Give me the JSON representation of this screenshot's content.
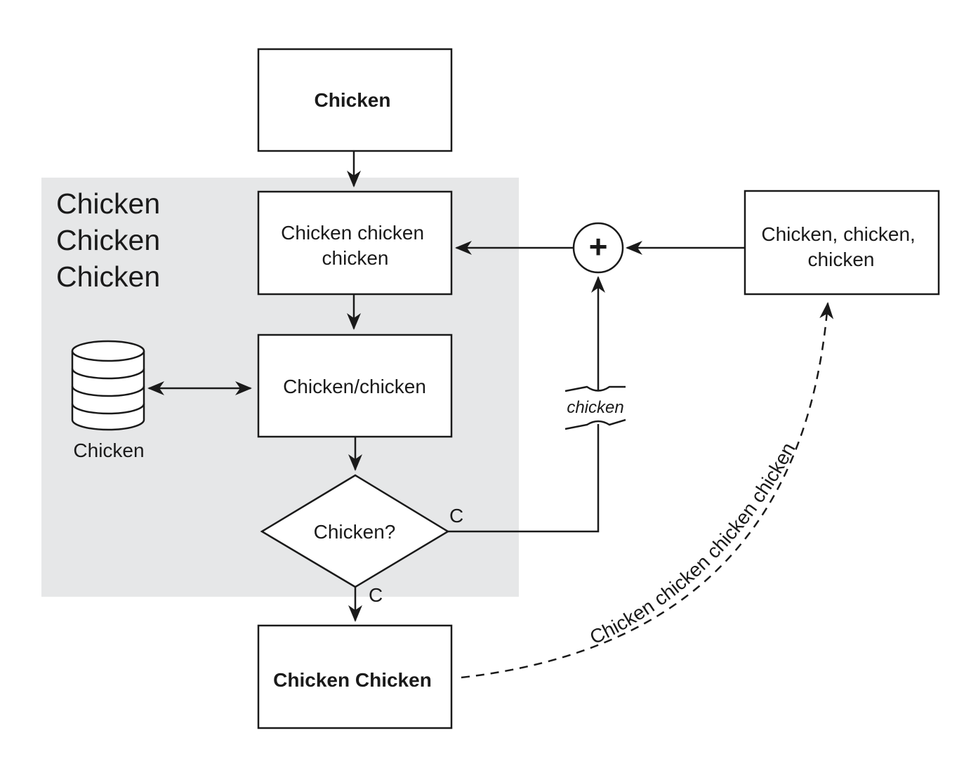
{
  "region": {
    "title_lines": [
      "Chicken",
      "Chicken",
      "Chicken"
    ]
  },
  "nodes": {
    "top": {
      "text": "Chicken"
    },
    "process1": {
      "lines": [
        "Chicken chicken",
        "chicken"
      ]
    },
    "process2": {
      "text": "Chicken/chicken"
    },
    "decision": {
      "text": "Chicken?"
    },
    "output": {
      "text": "Chicken Chicken"
    },
    "right": {
      "lines": [
        "Chicken, chicken,",
        "chicken"
      ]
    },
    "database": {
      "label": "Chicken"
    },
    "sum": {
      "symbol": "+"
    }
  },
  "edges": {
    "decision_right_label": "C",
    "decision_bottom_label": "C",
    "break_label": "chicken",
    "dashed_label": "Chicken chicken chicken chicken"
  },
  "colors": {
    "region_fill": "#e6e7e8",
    "stroke": "#1a1a1a"
  }
}
